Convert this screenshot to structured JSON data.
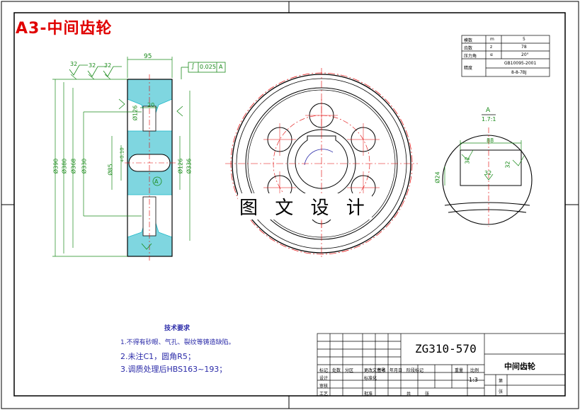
{
  "title": "A3-中间齿轮",
  "watermark": "图 文 设 计",
  "drawing_number": "ZG310-570",
  "part_name": "中间齿轮",
  "scale": "1:3",
  "dims": {
    "width95": "95",
    "d20": "20",
    "d390": "Ø390",
    "d380": "Ø380",
    "d368": "Ø368",
    "d330": "Ø330",
    "d126": "Ø126",
    "d85": "Ø85",
    "d126b": "Ø126",
    "d336": "Ø336",
    "d24": "Ø24",
    "d88": "88",
    "tol": "+0.10",
    "rough": "32",
    "datum": "A",
    "gtol_sym": "∫",
    "gtol_val": "0.025",
    "section_label": "A",
    "section_scale": "1.7:1"
  },
  "param_table": [
    [
      "模数",
      "m",
      "5"
    ],
    [
      "齿数",
      "z",
      "78"
    ],
    [
      "压力角",
      "α",
      "20°"
    ],
    [
      "精度",
      "GB10095-2001",
      ""
    ],
    [
      "",
      "",
      "8-8-7BJ"
    ]
  ],
  "tech_requirements": {
    "heading": "技术要求",
    "items": [
      "1.不得有砂眼、气孔、裂纹等铸造缺陷。",
      "2.未注C1，圆角R5；",
      "3.调质处理后HBS163~193；"
    ]
  },
  "title_block": {
    "labels": [
      "标记",
      "处数",
      "分区",
      "更改文件号",
      "签名",
      "年月日",
      "设计",
      "标准化",
      "审核",
      "工艺",
      "批准",
      "阶段标记",
      "重量",
      "比例",
      "共",
      "张",
      "第",
      "张"
    ]
  },
  "colors": {
    "line": "#000000",
    "center": "#e00000",
    "dim": "#1a8a1a",
    "hatch": "#19b8c8",
    "text_blue": "#2a2aa8",
    "title_red": "#e00000"
  }
}
